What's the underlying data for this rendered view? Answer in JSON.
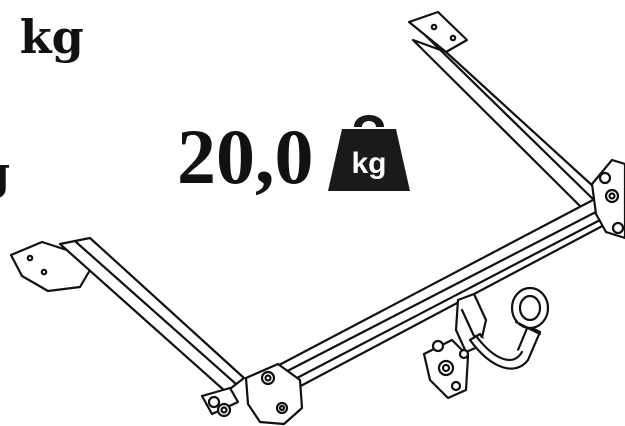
{
  "overlay": {
    "partial_top_text": ") kg",
    "partial_mid_text": "g"
  },
  "spec": {
    "weight_value": "20,0",
    "weight_unit": "kg",
    "icon": "weight-icon",
    "icon_color": "#1a1a1a",
    "icon_text_color": "#ffffff"
  },
  "drawing": {
    "subject": "tow-bar-drawing",
    "line_color": "#111111",
    "fill_color": "#ffffff"
  }
}
